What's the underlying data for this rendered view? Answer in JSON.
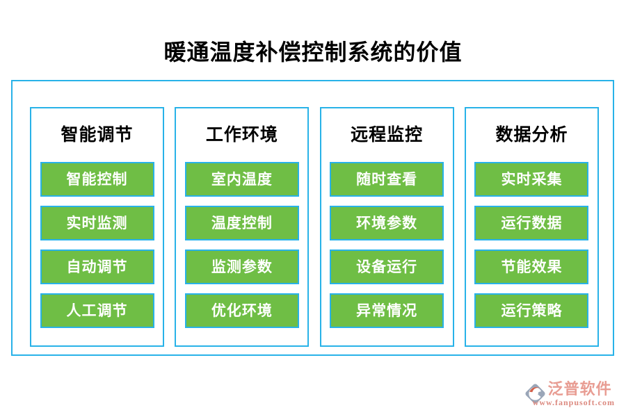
{
  "page": {
    "title": "暖通温度补偿控制系统的价值"
  },
  "colors": {
    "frame_border": "#28b2e8",
    "item_green": "#6fbe45",
    "item_text": "#ffffff",
    "title_text": "#000000",
    "logo_brand_color": "#e89c92",
    "logo_url_color": "#dc8a80",
    "logo_gray_blue": "#9aa6b8",
    "logo_orange_red": "#d2604a"
  },
  "columns": [
    {
      "title": "智能调节",
      "items": [
        "智能控制",
        "实时监测",
        "自动调节",
        "人工调节"
      ]
    },
    {
      "title": "工作环境",
      "items": [
        "室内温度",
        "温度控制",
        "监测参数",
        "优化环境"
      ]
    },
    {
      "title": "远程监控",
      "items": [
        "随时查看",
        "环境参数",
        "设备运行",
        "异常情况"
      ]
    },
    {
      "title": "数据分析",
      "items": [
        "实时采集",
        "运行数据",
        "节能效果",
        "运行策略"
      ]
    }
  ],
  "footer": {
    "brand": "泛普软件",
    "url": "www.fanpusoft.com"
  }
}
